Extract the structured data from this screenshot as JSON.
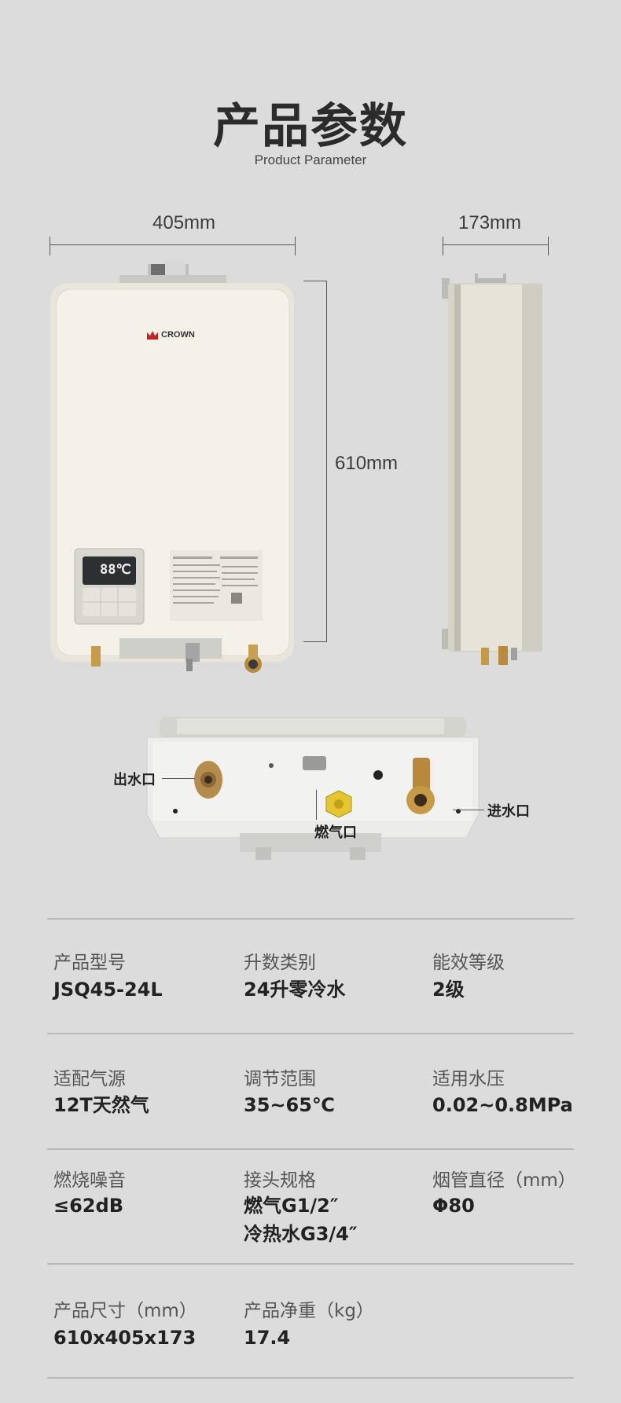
{
  "header": {
    "title": "产品参数",
    "subtitle": "Product Parameter"
  },
  "dimensions": {
    "width": "405mm",
    "depth": "173mm",
    "height": "610mm"
  },
  "product": {
    "brand": "CROWN",
    "display": "88℃"
  },
  "ports": {
    "outlet": "出水口",
    "gas": "燃气口",
    "inlet": "进水口"
  },
  "specs": [
    {
      "label": "产品型号",
      "value": "JSQ45-24L"
    },
    {
      "label": "升数类别",
      "value": "24升零冷水"
    },
    {
      "label": "能效等级",
      "value": "2级"
    },
    {
      "label": "适配气源",
      "value": "12T天然气"
    },
    {
      "label": "调节范围",
      "value": "35~65℃"
    },
    {
      "label": "适用水压",
      "value": "0.02~0.8MPa"
    },
    {
      "label": "燃烧噪音",
      "value": "≤62dB"
    },
    {
      "label": "接头规格",
      "value": "燃气G1/2″",
      "value2": "冷热水G3/4″"
    },
    {
      "label": "烟管直径（mm）",
      "value": "Φ80"
    },
    {
      "label": "产品尺寸（mm）",
      "value": "610x405x173"
    },
    {
      "label": "产品净重（kg）",
      "value": "17.4"
    }
  ],
  "colors": {
    "background": "#dcdcdc",
    "brand_red": "#c8231e",
    "panel_cream": "#f4f1e8"
  }
}
